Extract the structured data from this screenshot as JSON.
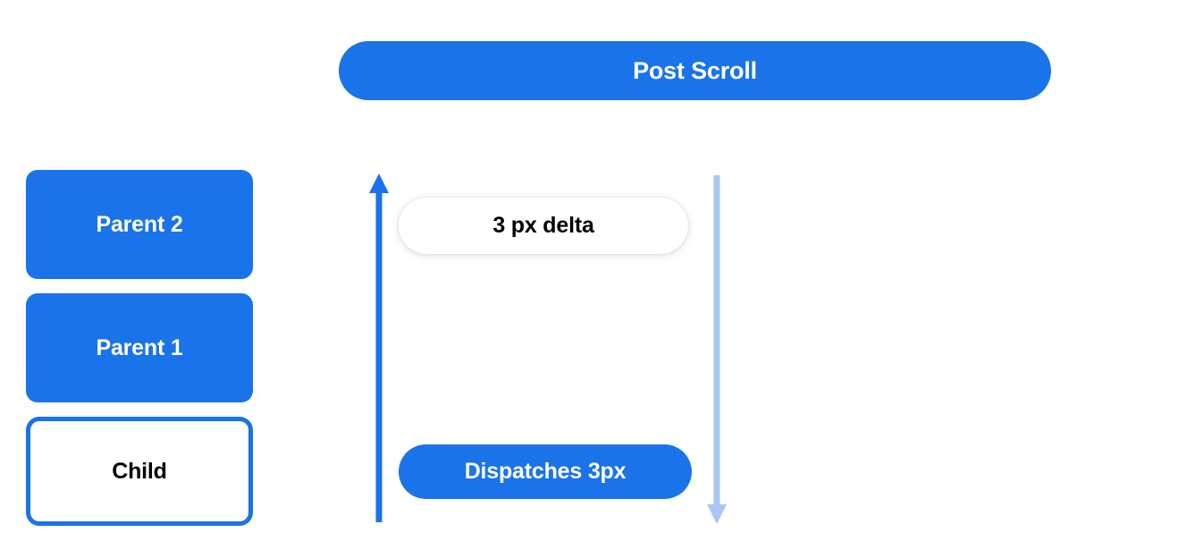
{
  "diagram": {
    "title": "Post Scroll",
    "background_color": "#ffffff",
    "accent_color": "#1a73e8",
    "muted_accent_color": "#a8c7f5",
    "header": {
      "label": "Post Scroll"
    },
    "stack": {
      "boxes": [
        {
          "label": "Parent 2",
          "style": "filled"
        },
        {
          "label": "Parent 1",
          "style": "filled"
        },
        {
          "label": "Child",
          "style": "outlined"
        }
      ]
    },
    "arrows": [
      {
        "name": "upward-scroll-arrow",
        "direction": "up",
        "color": "#1a73e8"
      },
      {
        "name": "downward-scroll-arrow",
        "direction": "down",
        "color": "#a8c7f5"
      }
    ],
    "annotations": {
      "delta_label": "3 px delta",
      "dispatch_label": "Dispatches 3px"
    }
  }
}
